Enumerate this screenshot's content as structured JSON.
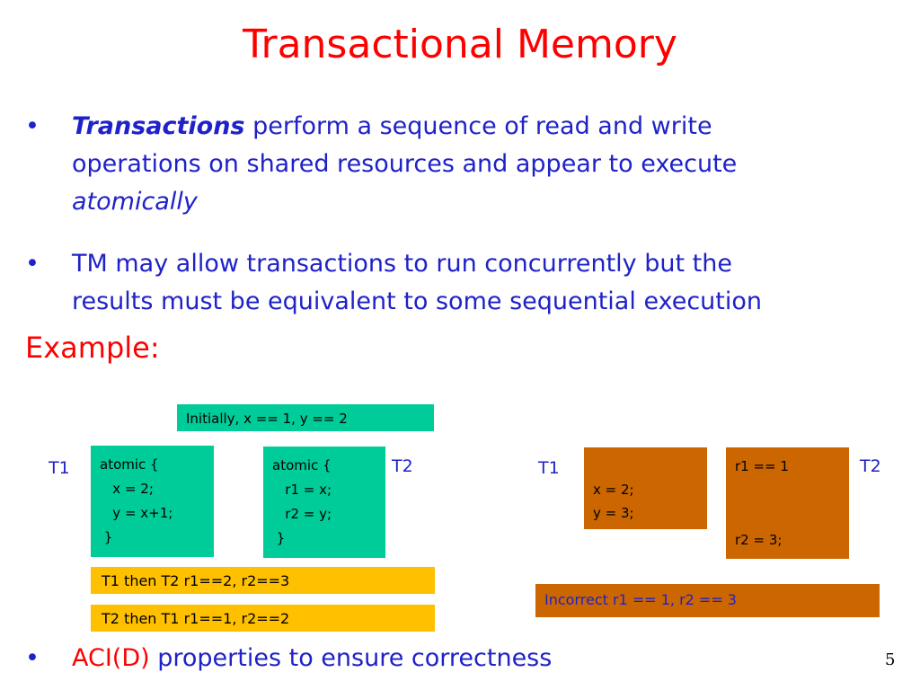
{
  "title": "Transactional Memory",
  "bullets": {
    "b1_bold": "Transactions",
    "b1_text1": " perform a sequence of read and write",
    "b1_text2": "operations  on shared resources and appear to execute",
    "b1_italic": "atomically",
    "b2_line1": "TM may allow transactions to run concurrently but the",
    "b2_line2": "results must be equivalent to some sequential execution",
    "b3_red": "ACI(D)",
    "b3_text": " properties to ensure correctness",
    "marker": "•"
  },
  "example_label": "Example:",
  "left_example": {
    "initially": "Initially, x == 1, y == 2",
    "t1_label": "T1",
    "t2_label": "T2",
    "t1_code": "atomic {\n   x = 2;\n   y = x+1;\n }",
    "t2_code": "atomic {\n   r1 = x;\n   r2 = y;\n }",
    "order1": "T1 then T2 r1==2, r2==3",
    "order2": "T2 then T1 r1==1, r2==2"
  },
  "right_example": {
    "t1_label": "T1",
    "t2_label": "T2",
    "t1_code": "x = 2;\ny = 3;",
    "t2_line1": "r1 == 1",
    "t2_line2": "r2 = 3;",
    "incorrect": "Incorrect r1 == 1, r2 == 3"
  },
  "page_number": "5",
  "colors": {
    "title": "#ff0000",
    "text": "#1f22c8",
    "green": "#00cc99",
    "orange": "#cc6600",
    "yellow": "#ffc000"
  }
}
